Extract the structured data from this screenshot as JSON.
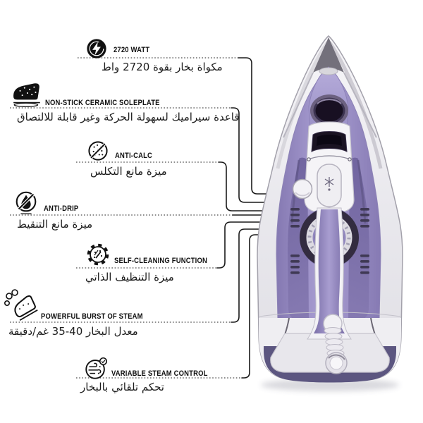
{
  "page": {
    "background": "#ffffff",
    "type": "product feature infographic"
  },
  "features": [
    {
      "id": "wattage",
      "icon": "lightning-bolt",
      "label": "2720 WATT",
      "label_ar": "مكواة بخار بقوة 2720 واط"
    },
    {
      "id": "soleplate",
      "icon": "iron-soleplate",
      "label": "NON-STICK CERAMIC SOLEPLATE",
      "label_ar": "قاعدة سيراميك لسهولة الحركة وغير قابلة للالتصاق"
    },
    {
      "id": "anti-calc",
      "icon": "no-limescale",
      "label": "ANTI-CALC",
      "label_ar": "ميزة مانع التكلس"
    },
    {
      "id": "anti-drip",
      "icon": "no-drip",
      "label": "ANTI-DRIP",
      "label_ar": "ميزة مانع التنقيط"
    },
    {
      "id": "self-cleaning",
      "icon": "gear-clean",
      "label": "SELF-CLEANING FUNCTION",
      "label_ar": "ميزة التنظيف الذاتي"
    },
    {
      "id": "burst-of-steam",
      "icon": "steaming-iron",
      "label": "POWERFUL BURST OF STEAM",
      "label_ar": "معدل البخار 40-35 غم/دقيقة"
    },
    {
      "id": "variable-steam",
      "icon": "steam-flow",
      "label": "VARIABLE STEAM CONTROL",
      "label_ar": "تحكم تلقائي بالبخار"
    }
  ],
  "product": {
    "description": "steam iron top view",
    "colors": {
      "body_purple": "#9b8fc6",
      "wing_purple": "#7b6fa8",
      "dark_purple_pad": "#5c5680",
      "shell_gray": "#efeef2",
      "display_dark": "#1a1322",
      "callout_line": "#1a1a1a"
    }
  }
}
